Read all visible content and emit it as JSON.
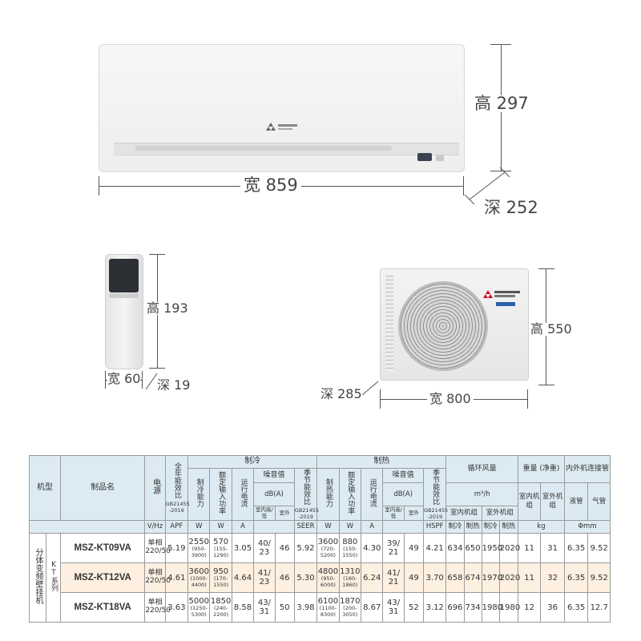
{
  "dimensions": {
    "indoor": {
      "height": "高 297",
      "width": "宽 859",
      "depth": "深 252"
    },
    "remote": {
      "height": "高 193",
      "width": "宽 60",
      "depth": "深 19"
    },
    "outdoor": {
      "height": "高 550",
      "width": "宽 800",
      "depth": "深 285"
    }
  },
  "table": {
    "header": {
      "model_type": "机型",
      "product_name": "制品名",
      "power": "电源",
      "apf": "全年能效比",
      "apf_std": "GB21455 -2019",
      "cooling": "制冷",
      "heating": "制热",
      "cool_capacity": "制冷能力",
      "rated_input": "额定输入功率",
      "running_current": "运行电流",
      "noise": "噪音值",
      "noise_unit": "dB(A)",
      "seer": "季节能效比",
      "seer_std": "GB21455 -2019",
      "heat_capacity": "制热能力",
      "hspf": "季节能效比",
      "hspf_std": "GB21455 -2019",
      "airflow": "循环风量",
      "airflow_unit": "m³/h",
      "weight": "重量 (净重)",
      "pipe": "内外机连接管",
      "indoor_noise": "室内高/低",
      "outdoor_noise": "室外",
      "indoor_unit": "室内机组",
      "outdoor_unit": "室外机组",
      "indoor_w": "室内机组",
      "outdoor_w": "室外机组",
      "liquid": "液管",
      "gas": "气管"
    },
    "units": {
      "power": "V/Hz",
      "apf": "APF",
      "w1": "W",
      "w2": "W",
      "a1": "A",
      "seer": "SEER",
      "w3": "W",
      "w4": "W",
      "a2": "A",
      "hspf": "HSPF",
      "af_in_cool": "制冷",
      "af_in_heat": "制热",
      "af_out_cool": "制冷",
      "af_out_heat": "制热",
      "kg": "kg",
      "mm": "Φmm"
    },
    "series_name": "分体变频壁挂机",
    "series_sub": "KT系列",
    "rows": [
      {
        "model": "MSZ-KT09VA",
        "power": "单相 220/50",
        "apf": "5.19",
        "cool_cap": "2550",
        "cool_cap_range": "(950- 3900)",
        "cool_in": "570",
        "cool_in_range": "(155- 1290)",
        "cool_a": "3.05",
        "noise_in": "40/ 23",
        "noise_out": "46",
        "seer": "5.92",
        "heat_cap": "3600",
        "heat_cap_range": "(720- 5200)",
        "heat_in": "880",
        "heat_in_range": "(150- 1550)",
        "heat_a": "4.30",
        "h_noise_in": "39/ 21",
        "h_noise_out": "49",
        "hspf": "4.21",
        "af1": "634",
        "af2": "650",
        "af3": "1950",
        "af4": "2020",
        "wt_in": "11",
        "wt_out": "31",
        "liquid": "6.35",
        "gas": "9.52"
      },
      {
        "model": "MSZ-KT12VA",
        "power": "单相 220/50",
        "apf": "4.61",
        "cool_cap": "3600",
        "cool_cap_range": "(1000- 4400)",
        "cool_in": "950",
        "cool_in_range": "(170- 1550)",
        "cool_a": "4.64",
        "noise_in": "41/ 23",
        "noise_out": "46",
        "seer": "5.30",
        "heat_cap": "4800",
        "heat_cap_range": "(950- 6000)",
        "heat_in": "1310",
        "heat_in_range": "(160- 1860)",
        "heat_a": "6.24",
        "h_noise_in": "41/ 21",
        "h_noise_out": "49",
        "hspf": "3.70",
        "af1": "658",
        "af2": "674",
        "af3": "1970",
        "af4": "2020",
        "wt_in": "11",
        "wt_out": "32",
        "liquid": "6.35",
        "gas": "9.52"
      },
      {
        "model": "MSZ-KT18VA",
        "power": "单相 220/50",
        "apf": "3.63",
        "cool_cap": "5000",
        "cool_cap_range": "(1250- 5300)",
        "cool_in": "1850",
        "cool_in_range": "(240- 2200)",
        "cool_a": "8.58",
        "noise_in": "43/ 31",
        "noise_out": "50",
        "seer": "3.98",
        "heat_cap": "6100",
        "heat_cap_range": "(1100- 8300)",
        "heat_in": "1870",
        "heat_in_range": "(200- 3050)",
        "heat_a": "8.67",
        "h_noise_in": "43/ 31",
        "h_noise_out": "52",
        "hspf": "3.12",
        "af1": "696",
        "af2": "734",
        "af3": "1980",
        "af4": "1980",
        "wt_in": "12",
        "wt_out": "36",
        "liquid": "6.35",
        "gas": "12.7"
      }
    ]
  },
  "colors": {
    "header_bg": "#dcebf3",
    "row_highlight": "#fdf0e0"
  }
}
